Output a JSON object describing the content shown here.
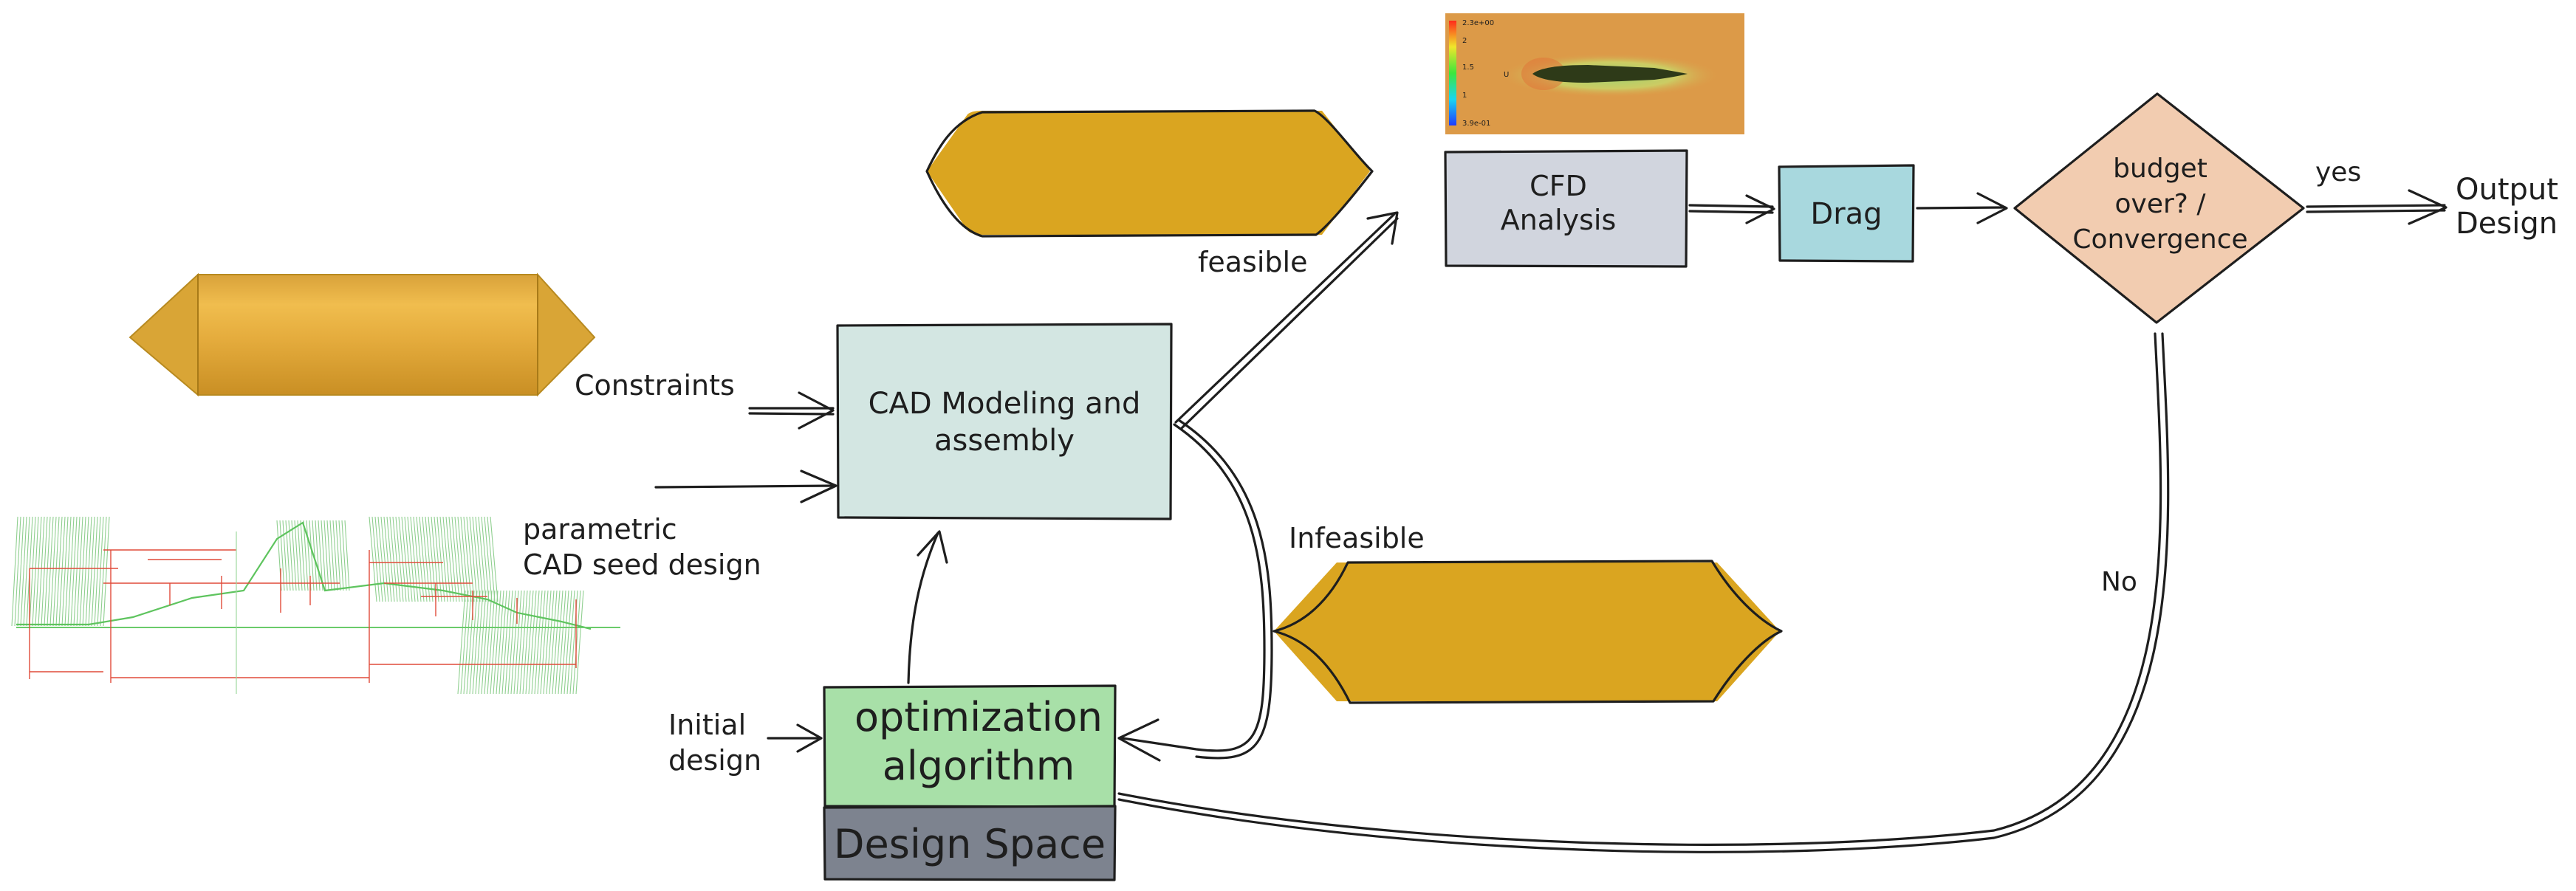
{
  "nodes": {
    "cad_modeling": "CAD Modeling and\nassembly",
    "cfd_analysis": "CFD\nAnalysis",
    "drag": "Drag",
    "decision": "budget\nover? /\nConvergence",
    "output": "Output\nDesign",
    "optimization": "optimization\nalgorithm",
    "design_space": "Design Space"
  },
  "labels": {
    "constraints": "Constraints",
    "seed_design": "parametric\nCAD seed design",
    "initial_design": "Initial\ndesign",
    "feasible": "feasible",
    "infeasible": "Infeasible",
    "yes": "yes",
    "no": "No"
  },
  "cfd_legend": {
    "max": "2.3e+00",
    "t2": "2",
    "t15": "1.5",
    "t1": "1",
    "min": "3.9e-01",
    "var": "U"
  },
  "colors": {
    "cad_fill": "#d3e6e2",
    "cfd_fill": "#d1d5de",
    "drag_fill": "#a8d8de",
    "decision_fill": "#f2ccb0",
    "optimization_fill": "#a8e0a8",
    "design_space_fill": "#7d838f",
    "hull_gold": "#daa520",
    "hull_body": "#e0a83a",
    "cfd_bg": "#dc9a48"
  }
}
